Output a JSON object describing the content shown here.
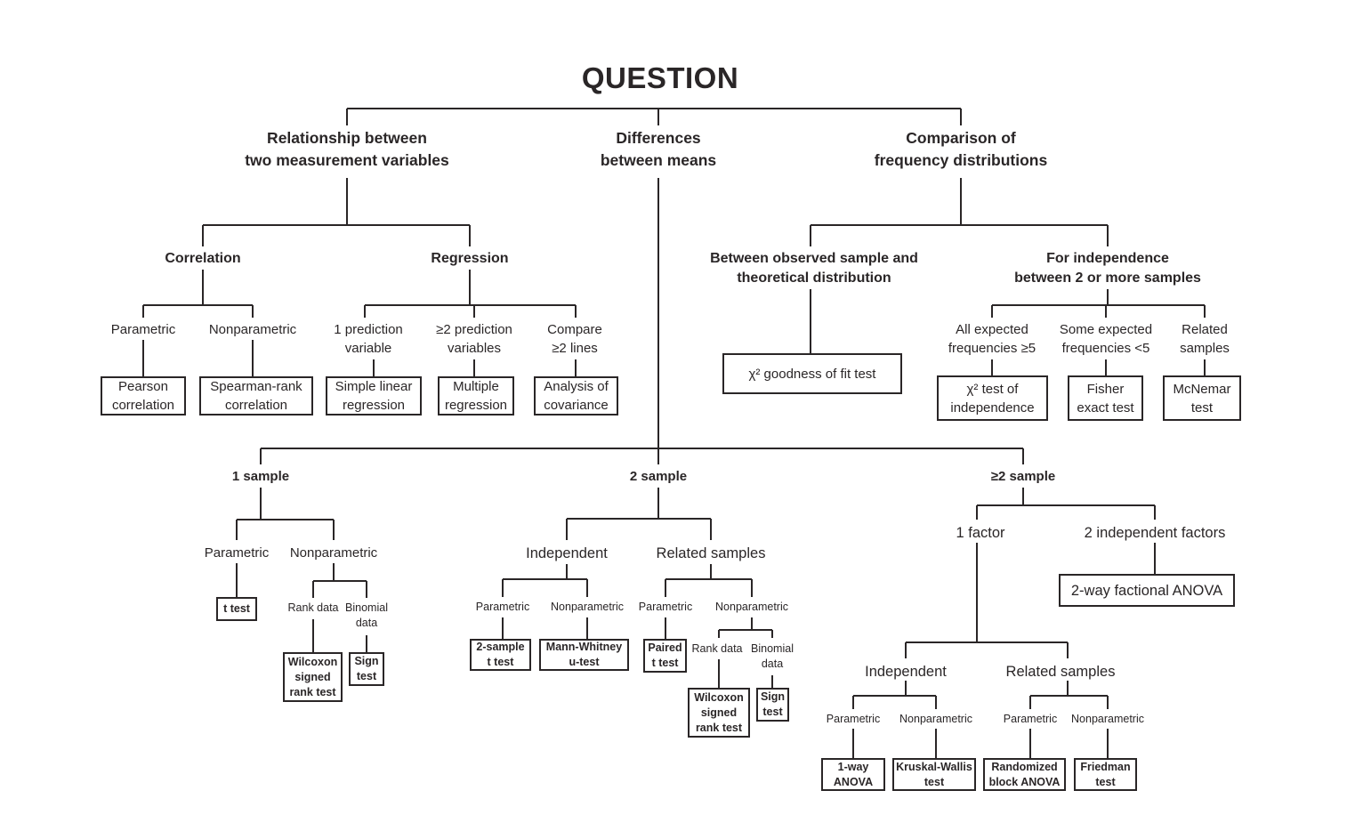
{
  "title": "QUESTION",
  "colors": {
    "ink": "#2a2627",
    "background": "#ffffff"
  },
  "branches": {
    "relationship": {
      "label": "Relationship between\ntwo measurement variables",
      "correlation": {
        "label": "Correlation",
        "parametric": {
          "label": "Parametric",
          "test": "Pearson\ncorrelation"
        },
        "nonparametric": {
          "label": "Nonparametric",
          "test": "Spearman-rank\ncorrelation"
        }
      },
      "regression": {
        "label": "Regression",
        "one_prediction": {
          "label": "1 prediction\nvariable",
          "test": "Simple linear\nregression"
        },
        "multi_prediction": {
          "label": "≥2 prediction\nvariables",
          "test": "Multiple\nregression"
        },
        "compare_lines": {
          "label": "Compare\n≥2 lines",
          "test": "Analysis of\ncovariance"
        }
      }
    },
    "differences": {
      "label": "Differences\nbetween means",
      "one_sample": {
        "label": "1 sample",
        "parametric": {
          "label": "Parametric",
          "test": "t test"
        },
        "nonparametric": {
          "label": "Nonparametric",
          "rank_data": {
            "label": "Rank data",
            "test": "Wilcoxon\nsigned\nrank test"
          },
          "binomial_data": {
            "label": "Binomial\ndata",
            "test": "Sign\ntest"
          }
        }
      },
      "two_sample": {
        "label": "2 sample",
        "independent": {
          "label": "Independent",
          "parametric": {
            "label": "Parametric",
            "test": "2-sample\nt test"
          },
          "nonparametric": {
            "label": "Nonparametric",
            "test": "Mann-Whitney\nu-test"
          }
        },
        "related": {
          "label": "Related samples",
          "parametric": {
            "label": "Parametric",
            "test": "Paired\nt test"
          },
          "nonparametric": {
            "label": "Nonparametric",
            "rank_data": {
              "label": "Rank data",
              "test": "Wilcoxon\nsigned\nrank test"
            },
            "binomial_data": {
              "label": "Binomial\ndata",
              "test": "Sign\ntest"
            }
          }
        }
      },
      "multi_sample": {
        "label": "≥2 sample",
        "one_factor": {
          "label": "1 factor",
          "independent": {
            "label": "Independent",
            "parametric": {
              "label": "Parametric",
              "test": "1-way\nANOVA"
            },
            "nonparametric": {
              "label": "Nonparametric",
              "test": "Kruskal-Wallis\ntest"
            }
          },
          "related": {
            "label": "Related samples",
            "parametric": {
              "label": "Parametric",
              "test": "Randomized\nblock ANOVA"
            },
            "nonparametric": {
              "label": "Nonparametric",
              "test": "Friedman\ntest"
            }
          }
        },
        "two_factors": {
          "label": "2 independent factors",
          "test": "2-way factional ANOVA"
        }
      }
    },
    "comparison": {
      "label": "Comparison of\nfrequency distributions",
      "observed_vs_theoretical": {
        "label": "Between observed sample and\ntheoretical distribution",
        "test": "χ² goodness of fit test"
      },
      "independence": {
        "label": "For independence\nbetween 2 or more samples",
        "all_expected": {
          "label": "All expected\nfrequencies ≥5",
          "test": "χ² test of\nindependence"
        },
        "some_expected": {
          "label": "Some expected\nfrequencies <5",
          "test": "Fisher\nexact test"
        },
        "related_samples": {
          "label": "Related\nsamples",
          "test": "McNemar\ntest"
        }
      }
    }
  }
}
